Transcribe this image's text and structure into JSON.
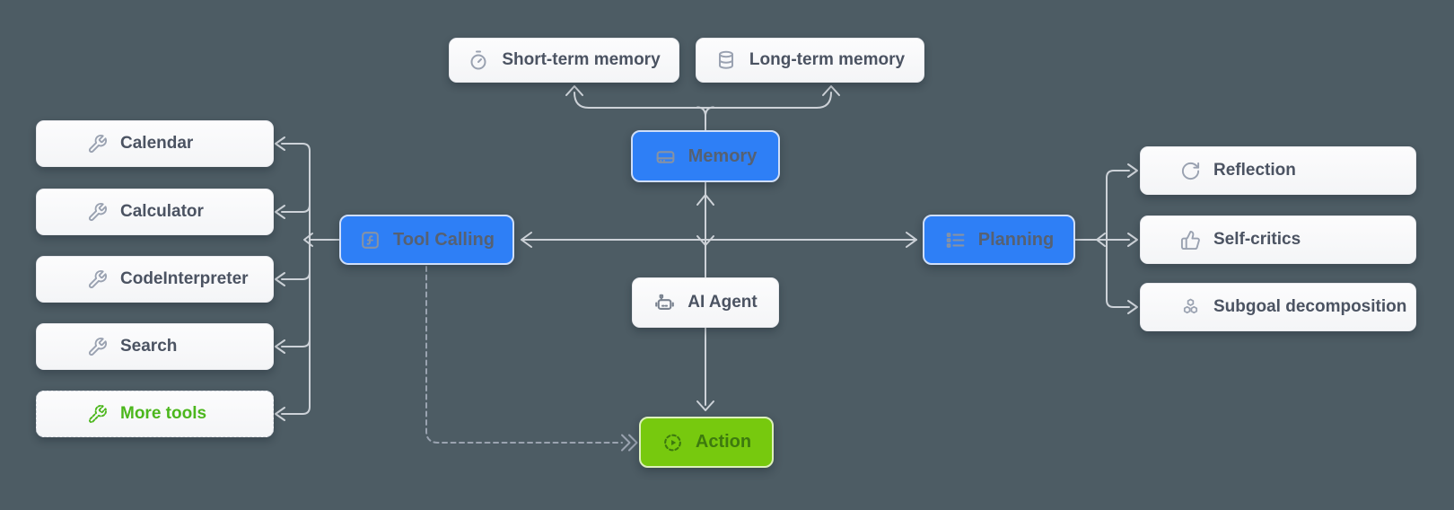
{
  "background_color": "#4d5c64",
  "palette": {
    "node_blue": "#2e7ff6",
    "node_green": "#77c90e",
    "node_white": "#f7f8fa",
    "connector": "#cdd2d8",
    "connector_dashed": "#9aa3b0",
    "text_dark": "#4b5362",
    "text_on_blue": "#566172",
    "text_on_green": "#3d7a0e",
    "text_green_accent": "#4cb71d",
    "icon_gray": "#9aa2b1"
  },
  "nodes": {
    "short_term_memory": {
      "label": "Short-term memory",
      "icon": "timer-icon"
    },
    "long_term_memory": {
      "label": "Long-term memory",
      "icon": "database-icon"
    },
    "memory": {
      "label": "Memory",
      "icon": "hard-drive-icon"
    },
    "tool_calling": {
      "label": "Tool Calling",
      "icon": "function-square-icon"
    },
    "planning": {
      "label": "Planning",
      "icon": "list-icon"
    },
    "ai_agent": {
      "label": "AI Agent",
      "icon": "robot-icon"
    },
    "action": {
      "label": "Action",
      "icon": "play-gauge-icon"
    },
    "tools": [
      {
        "label": "Calendar",
        "icon": "wrench-icon"
      },
      {
        "label": "Calculator",
        "icon": "wrench-icon"
      },
      {
        "label": "CodeInterpreter",
        "icon": "wrench-icon"
      },
      {
        "label": "Search",
        "icon": "wrench-icon"
      },
      {
        "label": "More tools",
        "icon": "wrench-dashed-icon",
        "accent": "green"
      }
    ],
    "planning_children": [
      {
        "label": "Reflection",
        "icon": "rotate-cw-icon"
      },
      {
        "label": "Self-critics",
        "icon": "thumbs-up-icon"
      },
      {
        "label": "Subgoal decomposition",
        "icon": "hexagons-icon"
      }
    ]
  },
  "edges": [
    {
      "from": "memory",
      "to": "short_term_memory",
      "style": "solid-arrow"
    },
    {
      "from": "memory",
      "to": "long_term_memory",
      "style": "solid-arrow"
    },
    {
      "from": "ai_agent",
      "to": "memory",
      "style": "solid-arrow-bidirectional"
    },
    {
      "from": "ai_agent",
      "to": "tool_calling",
      "style": "solid-arrow"
    },
    {
      "from": "ai_agent",
      "to": "planning",
      "style": "solid-arrow"
    },
    {
      "from": "ai_agent",
      "to": "action",
      "style": "solid-arrow"
    },
    {
      "from": "tool_calling",
      "to": "tools",
      "style": "solid-arrow-fanout"
    },
    {
      "from": "planning",
      "to": "planning_children",
      "style": "solid-arrow-fanout"
    },
    {
      "from": "tool_calling",
      "to": "action",
      "style": "dashed-arrow"
    }
  ]
}
